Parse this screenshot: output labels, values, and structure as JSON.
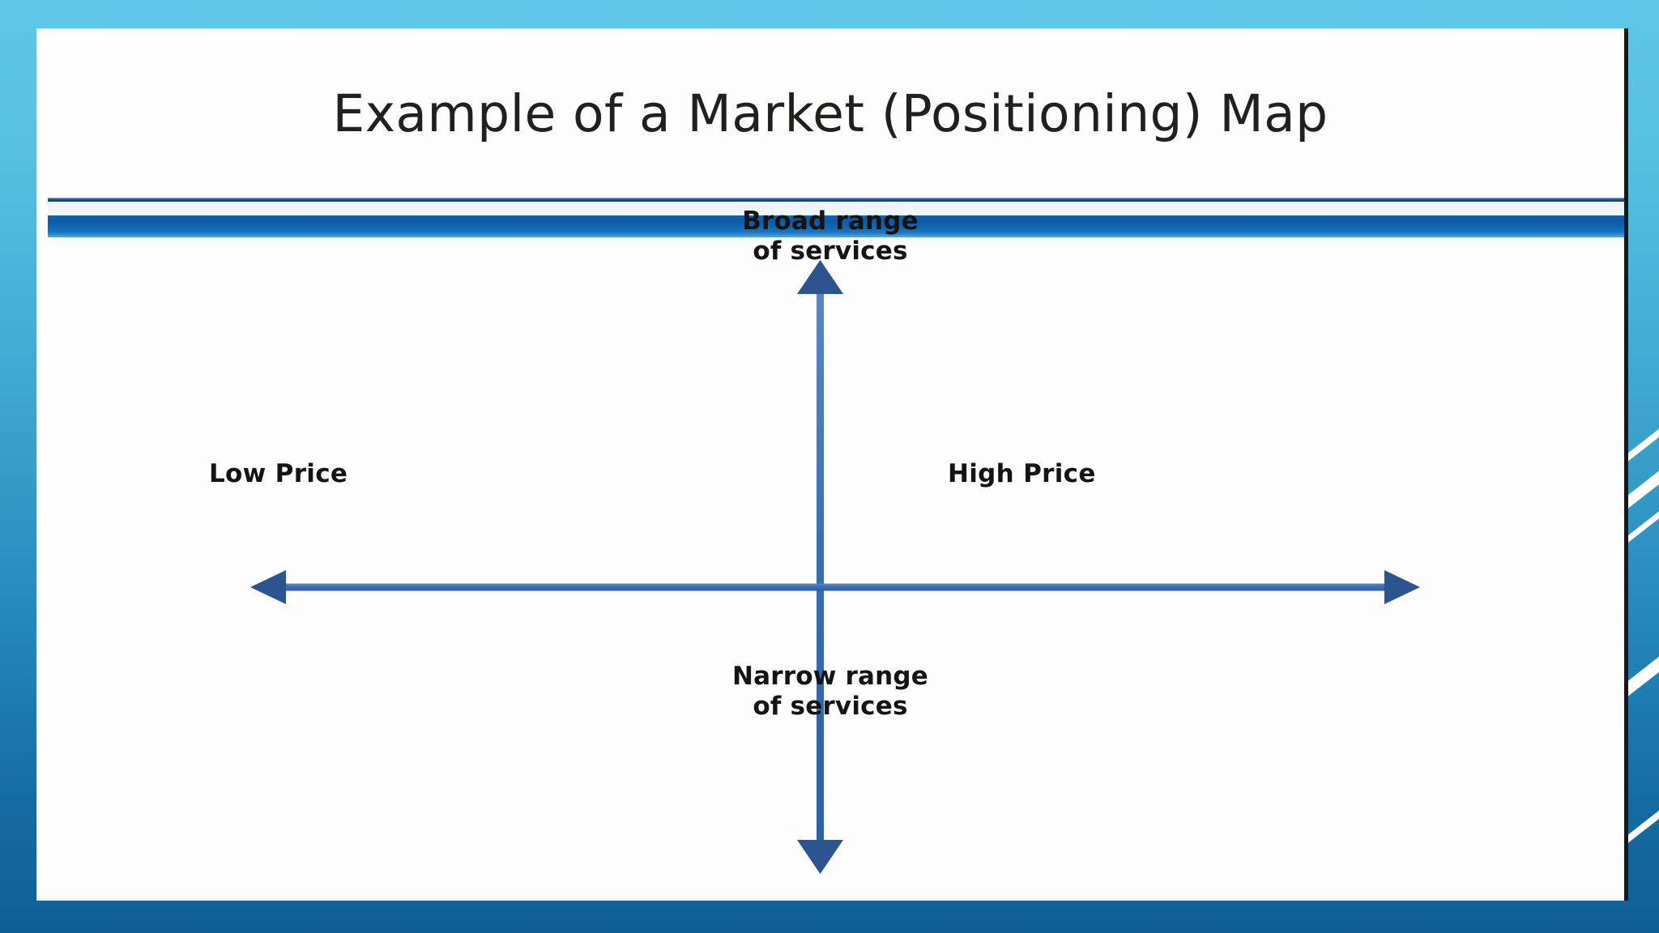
{
  "slide": {
    "title": "Example of a Market (Positioning) Map",
    "background_top_color": "#5ec7e8",
    "background_bottom_color": "#0f5f96",
    "card_color": "#fdfdfd",
    "divider_color": "#1065b2"
  },
  "chart_data": {
    "type": "scatter",
    "title": "Example of a Market (Positioning) Map",
    "subtitle": "",
    "xlabel": "Price",
    "ylabel": "Range of services",
    "axis_color": "#3d6fb4",
    "grid": false,
    "legend": "none",
    "xlim": [
      -1,
      1
    ],
    "ylim": [
      -1,
      1
    ],
    "x_axis": {
      "left_label": "Low Price",
      "right_label": "High Price",
      "arrow_both_ends": true
    },
    "y_axis": {
      "top_label_line1": "Broad range",
      "top_label_line2": "of services",
      "bottom_label_line1": "Narrow range",
      "bottom_label_line2": "of services",
      "arrow_both_ends": true
    },
    "points": [],
    "annotations": []
  },
  "axes": {
    "top_line1": "Broad range",
    "top_line2": "of services",
    "bottom_line1": "Narrow range",
    "bottom_line2": "of services",
    "left": "Low Price",
    "right": "High Price"
  }
}
